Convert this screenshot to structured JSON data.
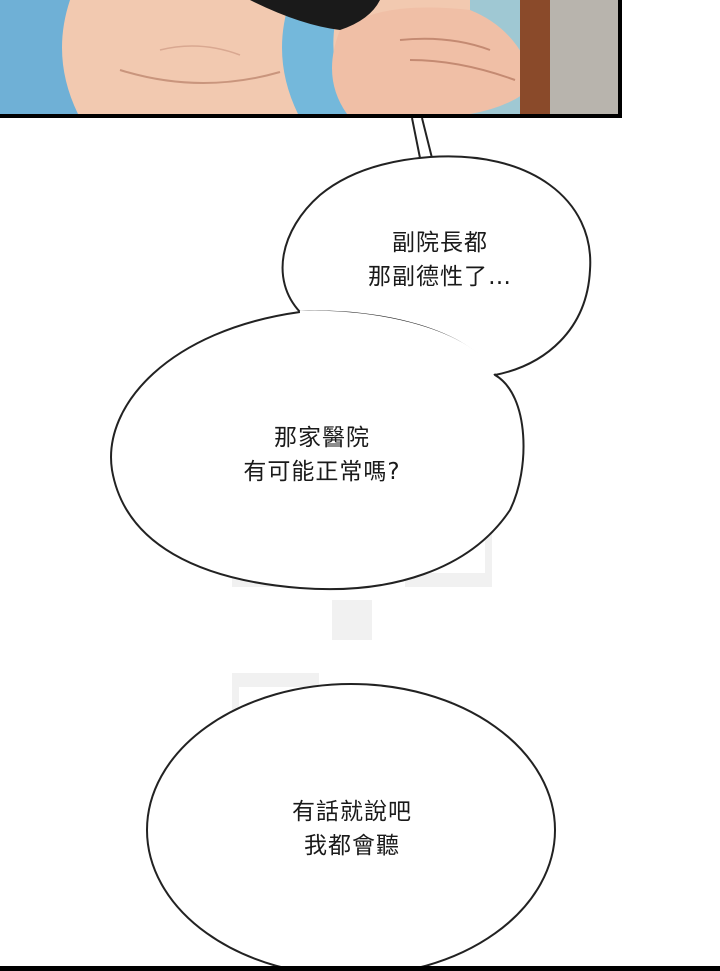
{
  "bubble_1": {
    "line_1": "副院長都",
    "line_2": "那副德性了…"
  },
  "bubble_2": {
    "line_1": "那家醫院",
    "line_2": "有可能正常嗎?"
  },
  "bubble_3": {
    "line_1": "有話就說吧",
    "line_2": "我都會聽"
  }
}
